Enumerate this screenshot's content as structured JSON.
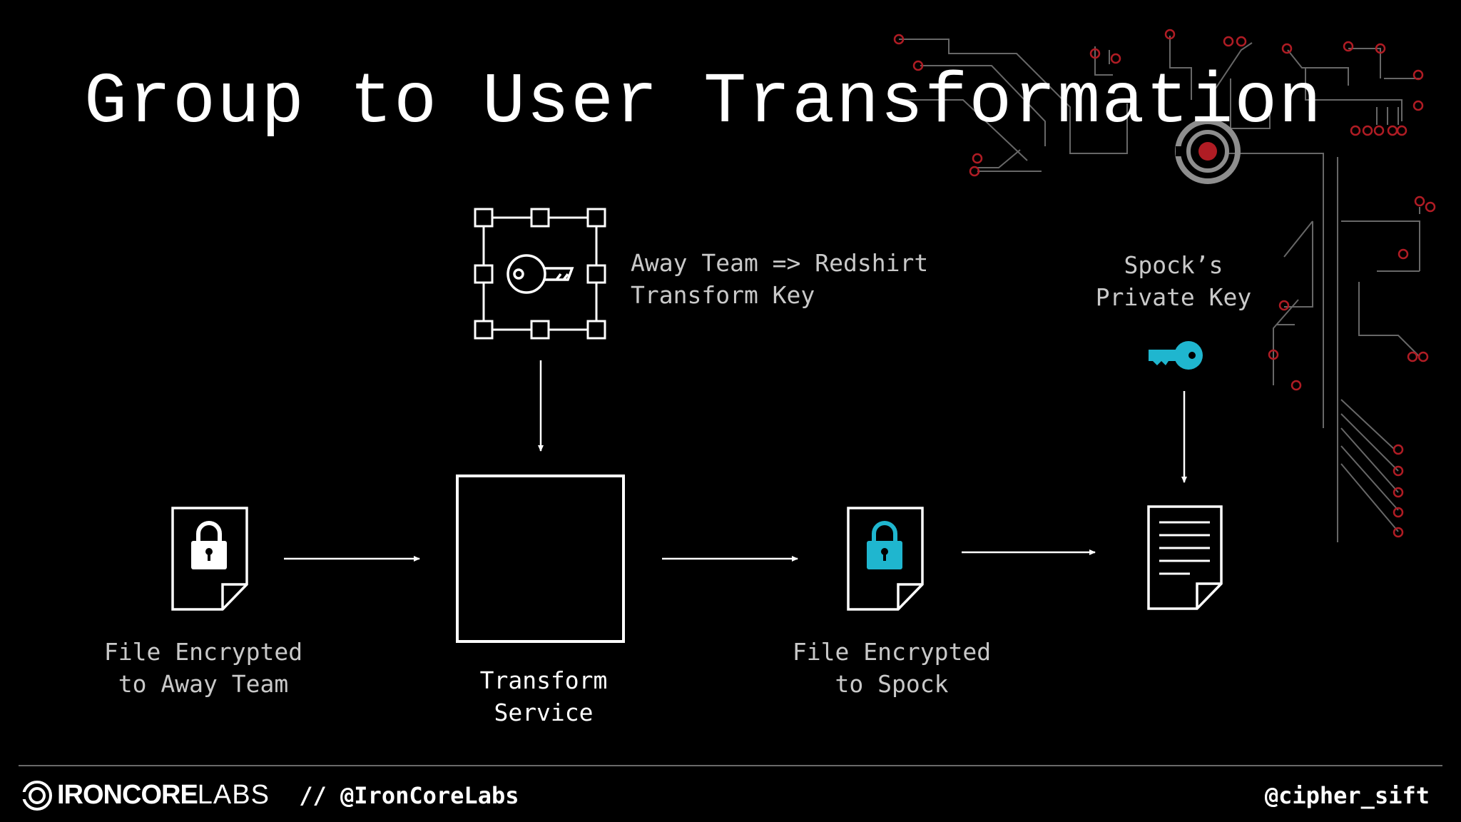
{
  "slide": {
    "title": "Group to User Transformation"
  },
  "diagram": {
    "transform_key_label_line1": "Away Team => Redshirt",
    "transform_key_label_line2": "Transform Key",
    "private_key_label_line1": "Spock’s",
    "private_key_label_line2": "Private Key",
    "file_away_line1": "File Encrypted",
    "file_away_line2": "to Away Team",
    "service_line1": "Transform",
    "service_line2": "Service",
    "file_spock_line1": "File Encrypted",
    "file_spock_line2": "to Spock"
  },
  "footer": {
    "brand_bold": "IRONCORE",
    "brand_light": "LABS",
    "handle_left": "// @IronCoreLabs",
    "handle_right": "@cipher_sift"
  },
  "colors": {
    "accent_cyan": "#1fb6cf",
    "circuit_red": "#b01c24",
    "circuit_grey": "#8a8a8a"
  },
  "icons": [
    "key-icon",
    "lock-icon",
    "document-icon",
    "circuit-decoration",
    "ironcore-logo-icon"
  ]
}
